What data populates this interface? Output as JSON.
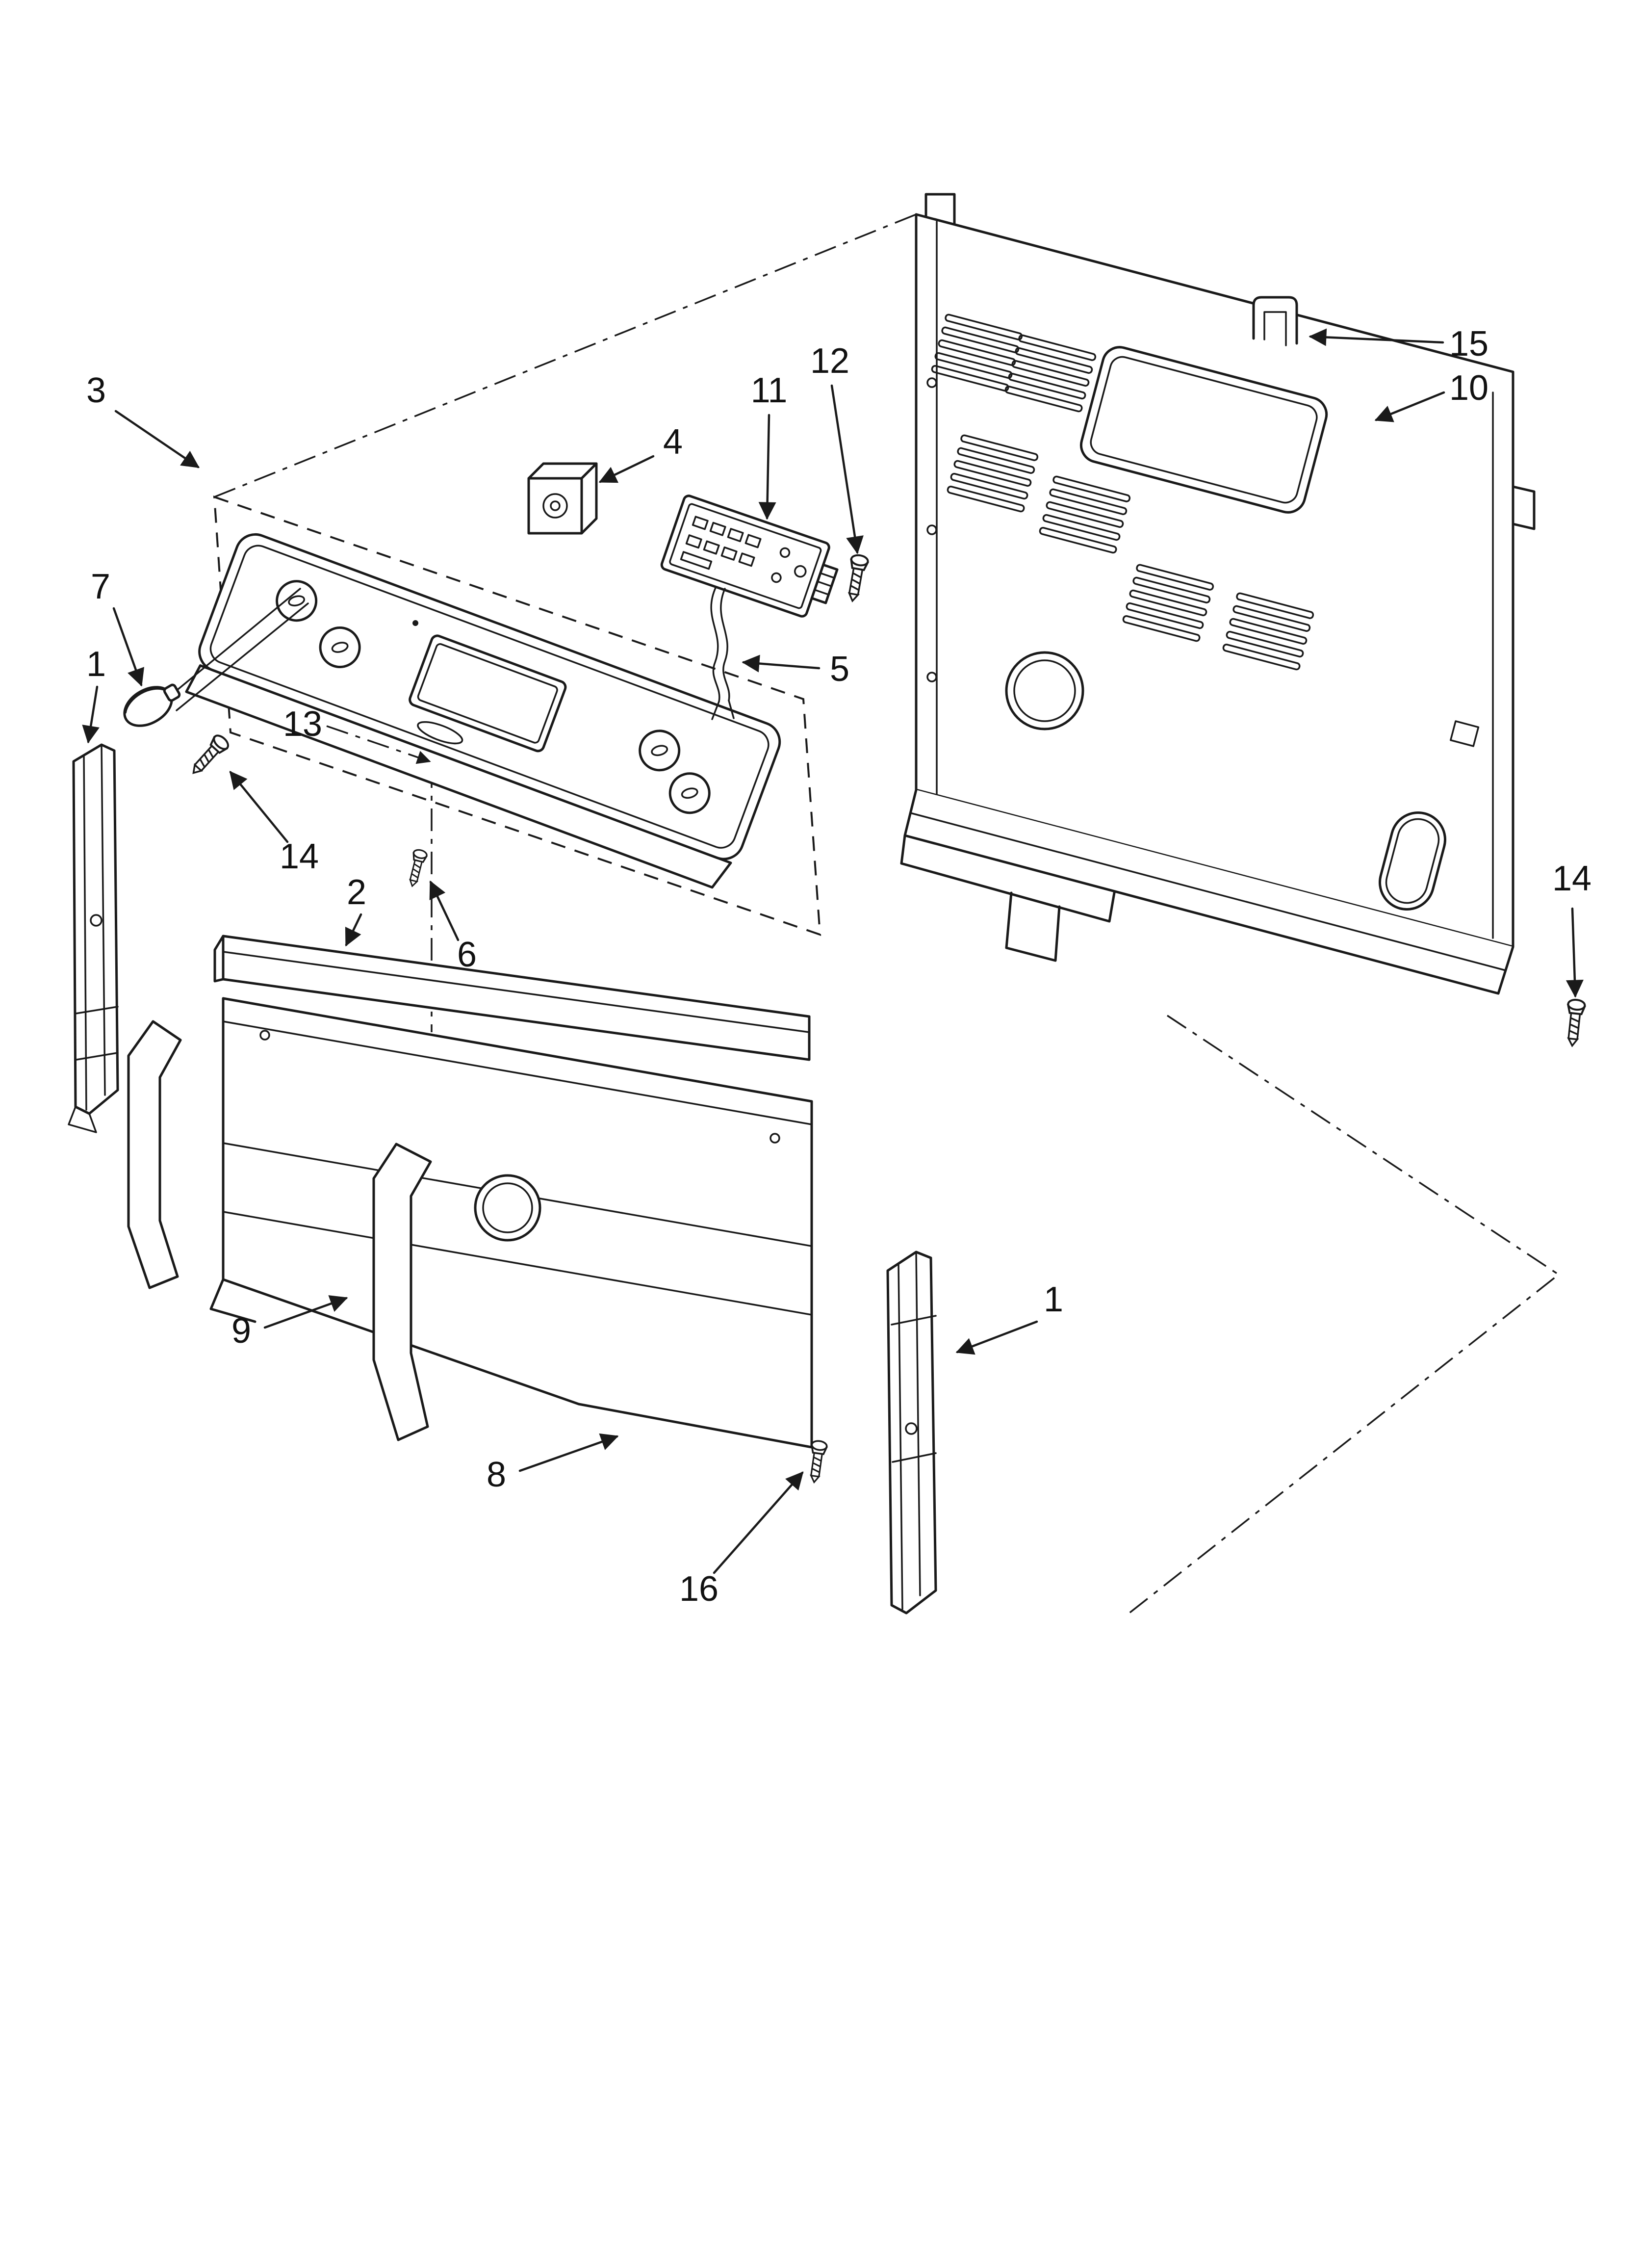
{
  "diagram": {
    "type": "exploded-parts-diagram",
    "description": "Appliance backguard / control panel exploded parts diagram",
    "colors": {
      "background": "#ffffff",
      "line": "#1a1a1a",
      "label": "#111111"
    },
    "callouts": [
      {
        "label": "3",
        "part": "control-panel-assembly"
      },
      {
        "label": "4",
        "part": "switch"
      },
      {
        "label": "11",
        "part": "electronic-control-board"
      },
      {
        "label": "12",
        "part": "screw"
      },
      {
        "label": "5",
        "part": "wire-harness"
      },
      {
        "label": "7",
        "part": "control-knob"
      },
      {
        "label": "1",
        "part": "side-trim-left"
      },
      {
        "label": "14",
        "part": "screw"
      },
      {
        "label": "13",
        "part": "control-panel-face"
      },
      {
        "label": "2",
        "part": "cross-brace"
      },
      {
        "label": "6",
        "part": "screw"
      },
      {
        "label": "9",
        "part": "support-bracket"
      },
      {
        "label": "8",
        "part": "backguard-panel"
      },
      {
        "label": "16",
        "part": "screw"
      },
      {
        "label": "1",
        "part": "side-trim-right"
      },
      {
        "label": "15",
        "part": "clip"
      },
      {
        "label": "10",
        "part": "rear-panel"
      },
      {
        "label": "14",
        "part": "screw"
      }
    ]
  }
}
